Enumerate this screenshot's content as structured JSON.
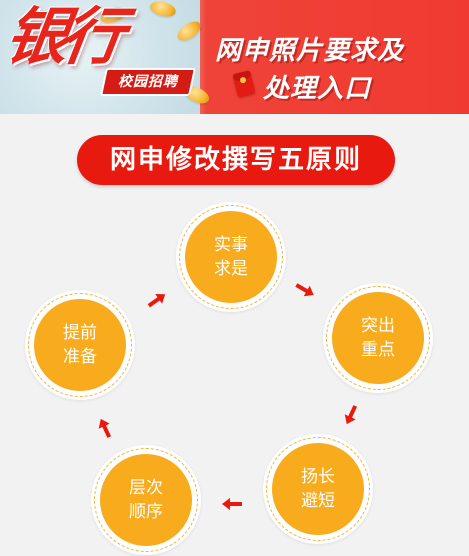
{
  "banner": {
    "bank_text": "银行",
    "campus_label": "校园招聘",
    "line1": "网申照片要求及",
    "line2": "处理入口"
  },
  "title": "网申修改撰写五原则",
  "principles": [
    {
      "line1": "实事",
      "line2": "求是"
    },
    {
      "line1": "突出",
      "line2": "重点"
    },
    {
      "line1": "扬长",
      "line2": "避短"
    },
    {
      "line1": "层次",
      "line2": "顺序"
    },
    {
      "line1": "提前",
      "line2": "准备"
    }
  ],
  "colors": {
    "accent_red": "#e8190f",
    "circle_fill": "#f7ab1d",
    "arrow": "#e8190f",
    "background": "#f2f2f2"
  },
  "icons": {
    "envelope": "red-envelope-icon",
    "arrows": "red-arrow-icon"
  }
}
